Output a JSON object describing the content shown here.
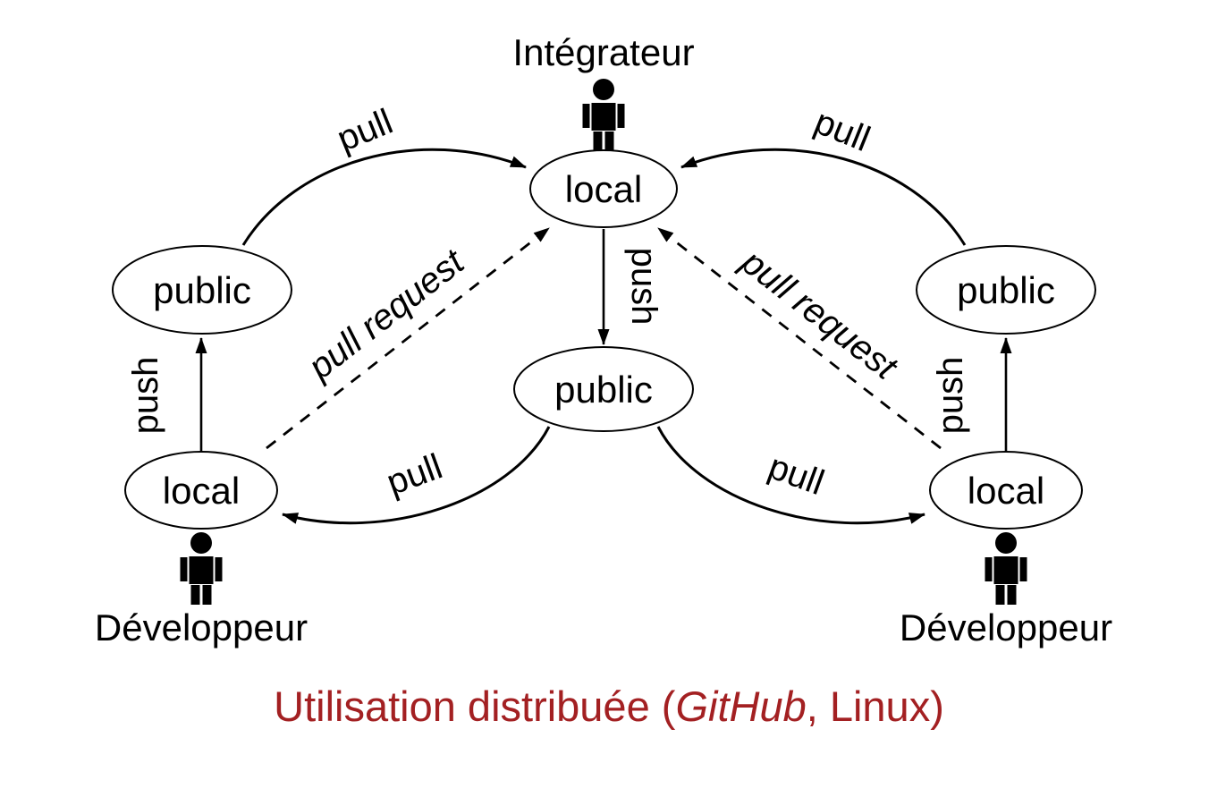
{
  "diagram": {
    "actors": {
      "integrator": "Intégrateur",
      "developer_left": "Développeur",
      "developer_right": "Développeur"
    },
    "nodes": {
      "integrator_local": "local",
      "left_public": "public",
      "center_public": "public",
      "right_public": "public",
      "left_local": "local",
      "right_local": "local"
    },
    "edges": {
      "pull_top_left": "pull",
      "pull_top_right": "pull",
      "push_left": "push",
      "push_right": "push",
      "push_center": "push",
      "pull_request_left": "pull request",
      "pull_request_right": "pull request",
      "pull_bottom_left": "pull",
      "pull_bottom_right": "pull"
    },
    "caption": {
      "part1": "Utilisation distribuée (",
      "italic": "GitHub",
      "part3": ", Linux)",
      "color": "#A32022"
    },
    "colors": {
      "ink": "#000000",
      "background": "#ffffff"
    }
  }
}
